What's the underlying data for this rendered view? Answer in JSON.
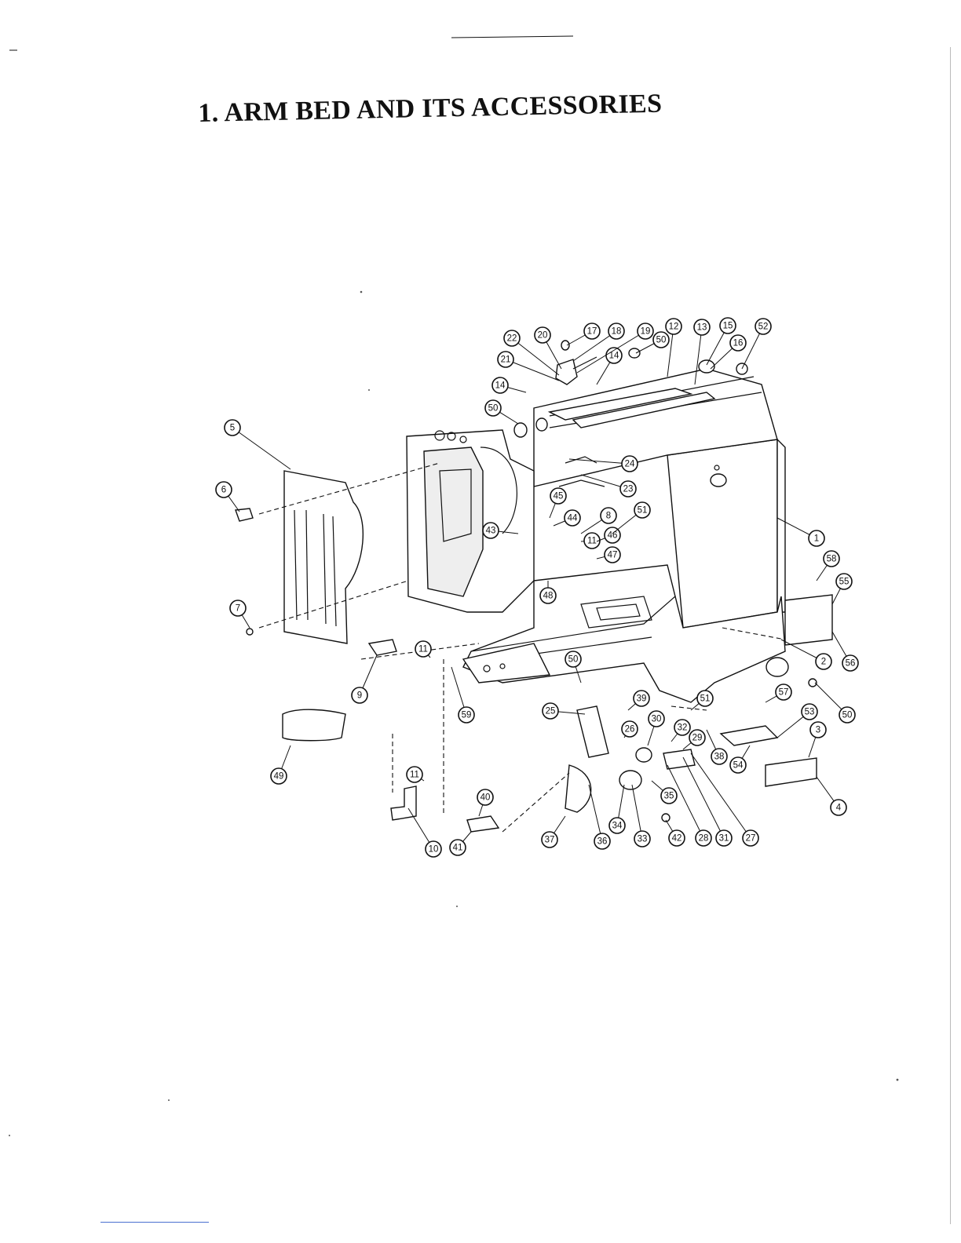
{
  "title": "1. ARM BED AND ITS ACCESSORIES",
  "callouts": [
    {
      "id": "c1",
      "label": "1"
    },
    {
      "id": "c2",
      "label": "2"
    },
    {
      "id": "c3",
      "label": "3"
    },
    {
      "id": "c4",
      "label": "4"
    },
    {
      "id": "c5",
      "label": "5"
    },
    {
      "id": "c6",
      "label": "6"
    },
    {
      "id": "c7",
      "label": "7"
    },
    {
      "id": "c8",
      "label": "8"
    },
    {
      "id": "c9",
      "label": "9"
    },
    {
      "id": "c10",
      "label": "10"
    },
    {
      "id": "c11a",
      "label": "11"
    },
    {
      "id": "c11b",
      "label": "11"
    },
    {
      "id": "c11c",
      "label": "11"
    },
    {
      "id": "c12",
      "label": "12"
    },
    {
      "id": "c13",
      "label": "13"
    },
    {
      "id": "c14a",
      "label": "14"
    },
    {
      "id": "c14b",
      "label": "14"
    },
    {
      "id": "c15",
      "label": "15"
    },
    {
      "id": "c16",
      "label": "16"
    },
    {
      "id": "c17",
      "label": "17"
    },
    {
      "id": "c18",
      "label": "18"
    },
    {
      "id": "c19",
      "label": "19"
    },
    {
      "id": "c20",
      "label": "20"
    },
    {
      "id": "c21",
      "label": "21"
    },
    {
      "id": "c22",
      "label": "22"
    },
    {
      "id": "c23",
      "label": "23"
    },
    {
      "id": "c24",
      "label": "24"
    },
    {
      "id": "c25",
      "label": "25"
    },
    {
      "id": "c26",
      "label": "26"
    },
    {
      "id": "c27",
      "label": "27"
    },
    {
      "id": "c28",
      "label": "28"
    },
    {
      "id": "c29",
      "label": "29"
    },
    {
      "id": "c30",
      "label": "30"
    },
    {
      "id": "c31",
      "label": "31"
    },
    {
      "id": "c32",
      "label": "32"
    },
    {
      "id": "c33",
      "label": "33"
    },
    {
      "id": "c34",
      "label": "34"
    },
    {
      "id": "c35",
      "label": "35"
    },
    {
      "id": "c36",
      "label": "36"
    },
    {
      "id": "c37",
      "label": "37"
    },
    {
      "id": "c38",
      "label": "38"
    },
    {
      "id": "c39",
      "label": "39"
    },
    {
      "id": "c40",
      "label": "40"
    },
    {
      "id": "c41",
      "label": "41"
    },
    {
      "id": "c42",
      "label": "42"
    },
    {
      "id": "c43",
      "label": "43"
    },
    {
      "id": "c44",
      "label": "44"
    },
    {
      "id": "c45",
      "label": "45"
    },
    {
      "id": "c46",
      "label": "46"
    },
    {
      "id": "c47",
      "label": "47"
    },
    {
      "id": "c48",
      "label": "48"
    },
    {
      "id": "c49",
      "label": "49"
    },
    {
      "id": "c50a",
      "label": "50"
    },
    {
      "id": "c50b",
      "label": "50"
    },
    {
      "id": "c50c",
      "label": "50"
    },
    {
      "id": "c50d",
      "label": "50"
    },
    {
      "id": "c51a",
      "label": "51"
    },
    {
      "id": "c51b",
      "label": "51"
    },
    {
      "id": "c52",
      "label": "52"
    },
    {
      "id": "c53",
      "label": "53"
    },
    {
      "id": "c54",
      "label": "54"
    },
    {
      "id": "c55",
      "label": "55"
    },
    {
      "id": "c56",
      "label": "56"
    },
    {
      "id": "c57",
      "label": "57"
    },
    {
      "id": "c58",
      "label": "58"
    },
    {
      "id": "c59",
      "label": "59"
    }
  ]
}
